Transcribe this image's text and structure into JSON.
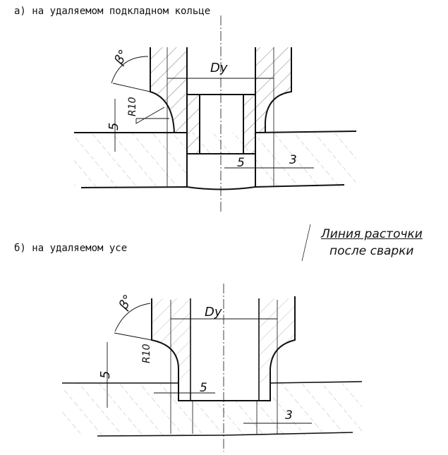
{
  "captions": {
    "a": "а) на удаляемом подкладном кольце",
    "b": "б) на удаляемом усе"
  },
  "note": {
    "line1": "Линия расточки",
    "line2": "после сварки"
  },
  "dims": {
    "dy": "Dy",
    "beta": "β°",
    "radius": "R10",
    "five": "5",
    "three": "3"
  }
}
